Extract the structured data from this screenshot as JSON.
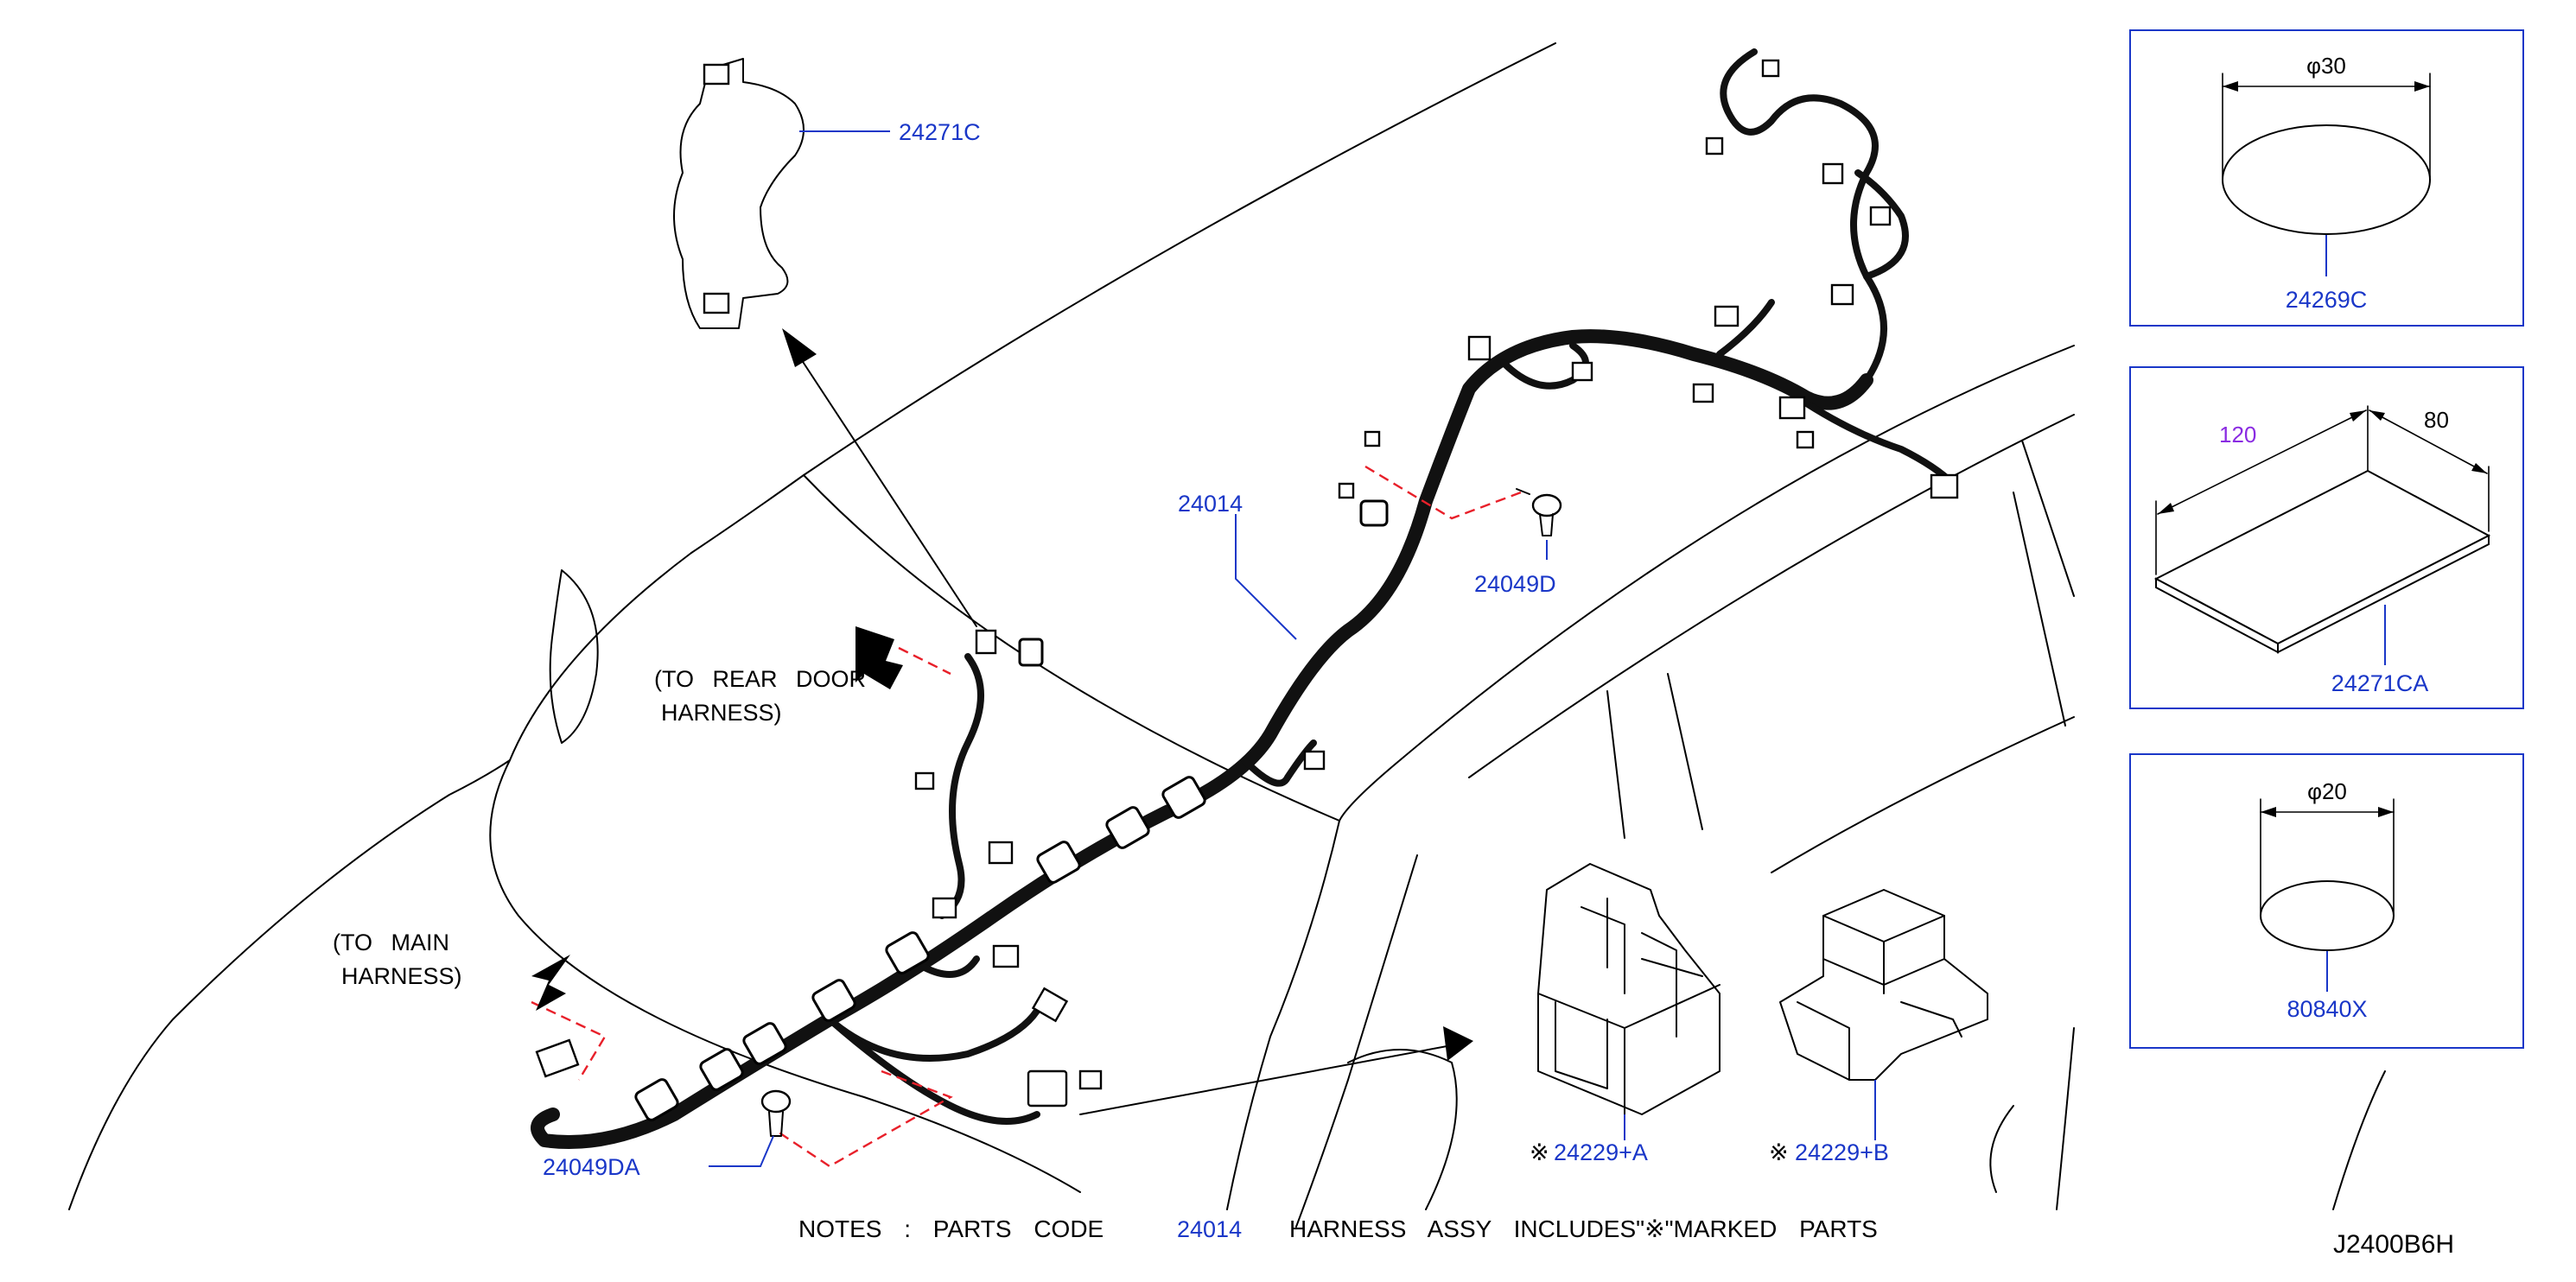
{
  "parts": {
    "p24271C": "24271C",
    "p24014": "24014",
    "p24049D": "24049D",
    "p24049DA": "24049DA",
    "p24229A": "24229+A",
    "p24229B": "24229+B",
    "p24269C": "24269C",
    "p24271CA": "24271CA",
    "p80840X": "80840X"
  },
  "mark": "※",
  "labels": {
    "rear_door_1": "(TO  REAR  DOOR",
    "rear_door_2": "HARNESS)",
    "main_1": "(TO  MAIN",
    "main_2": "HARNESS)"
  },
  "dims": {
    "phi30": "φ30",
    "d120": "120",
    "d80": "80",
    "phi20": "φ20"
  },
  "notes": {
    "prefix": "NOTES  :  PARTS  CODE",
    "code": "24014",
    "suffix": "HARNESS  ASSY  INCLUDES\"※\"MARKED  PARTS"
  },
  "diagram_code": "J2400B6H",
  "colors": {
    "part_number": "#1a37c8",
    "dimension_accent": "#8a2be2",
    "location_dash": "#e8202a",
    "box_border": "#1a37c8"
  }
}
